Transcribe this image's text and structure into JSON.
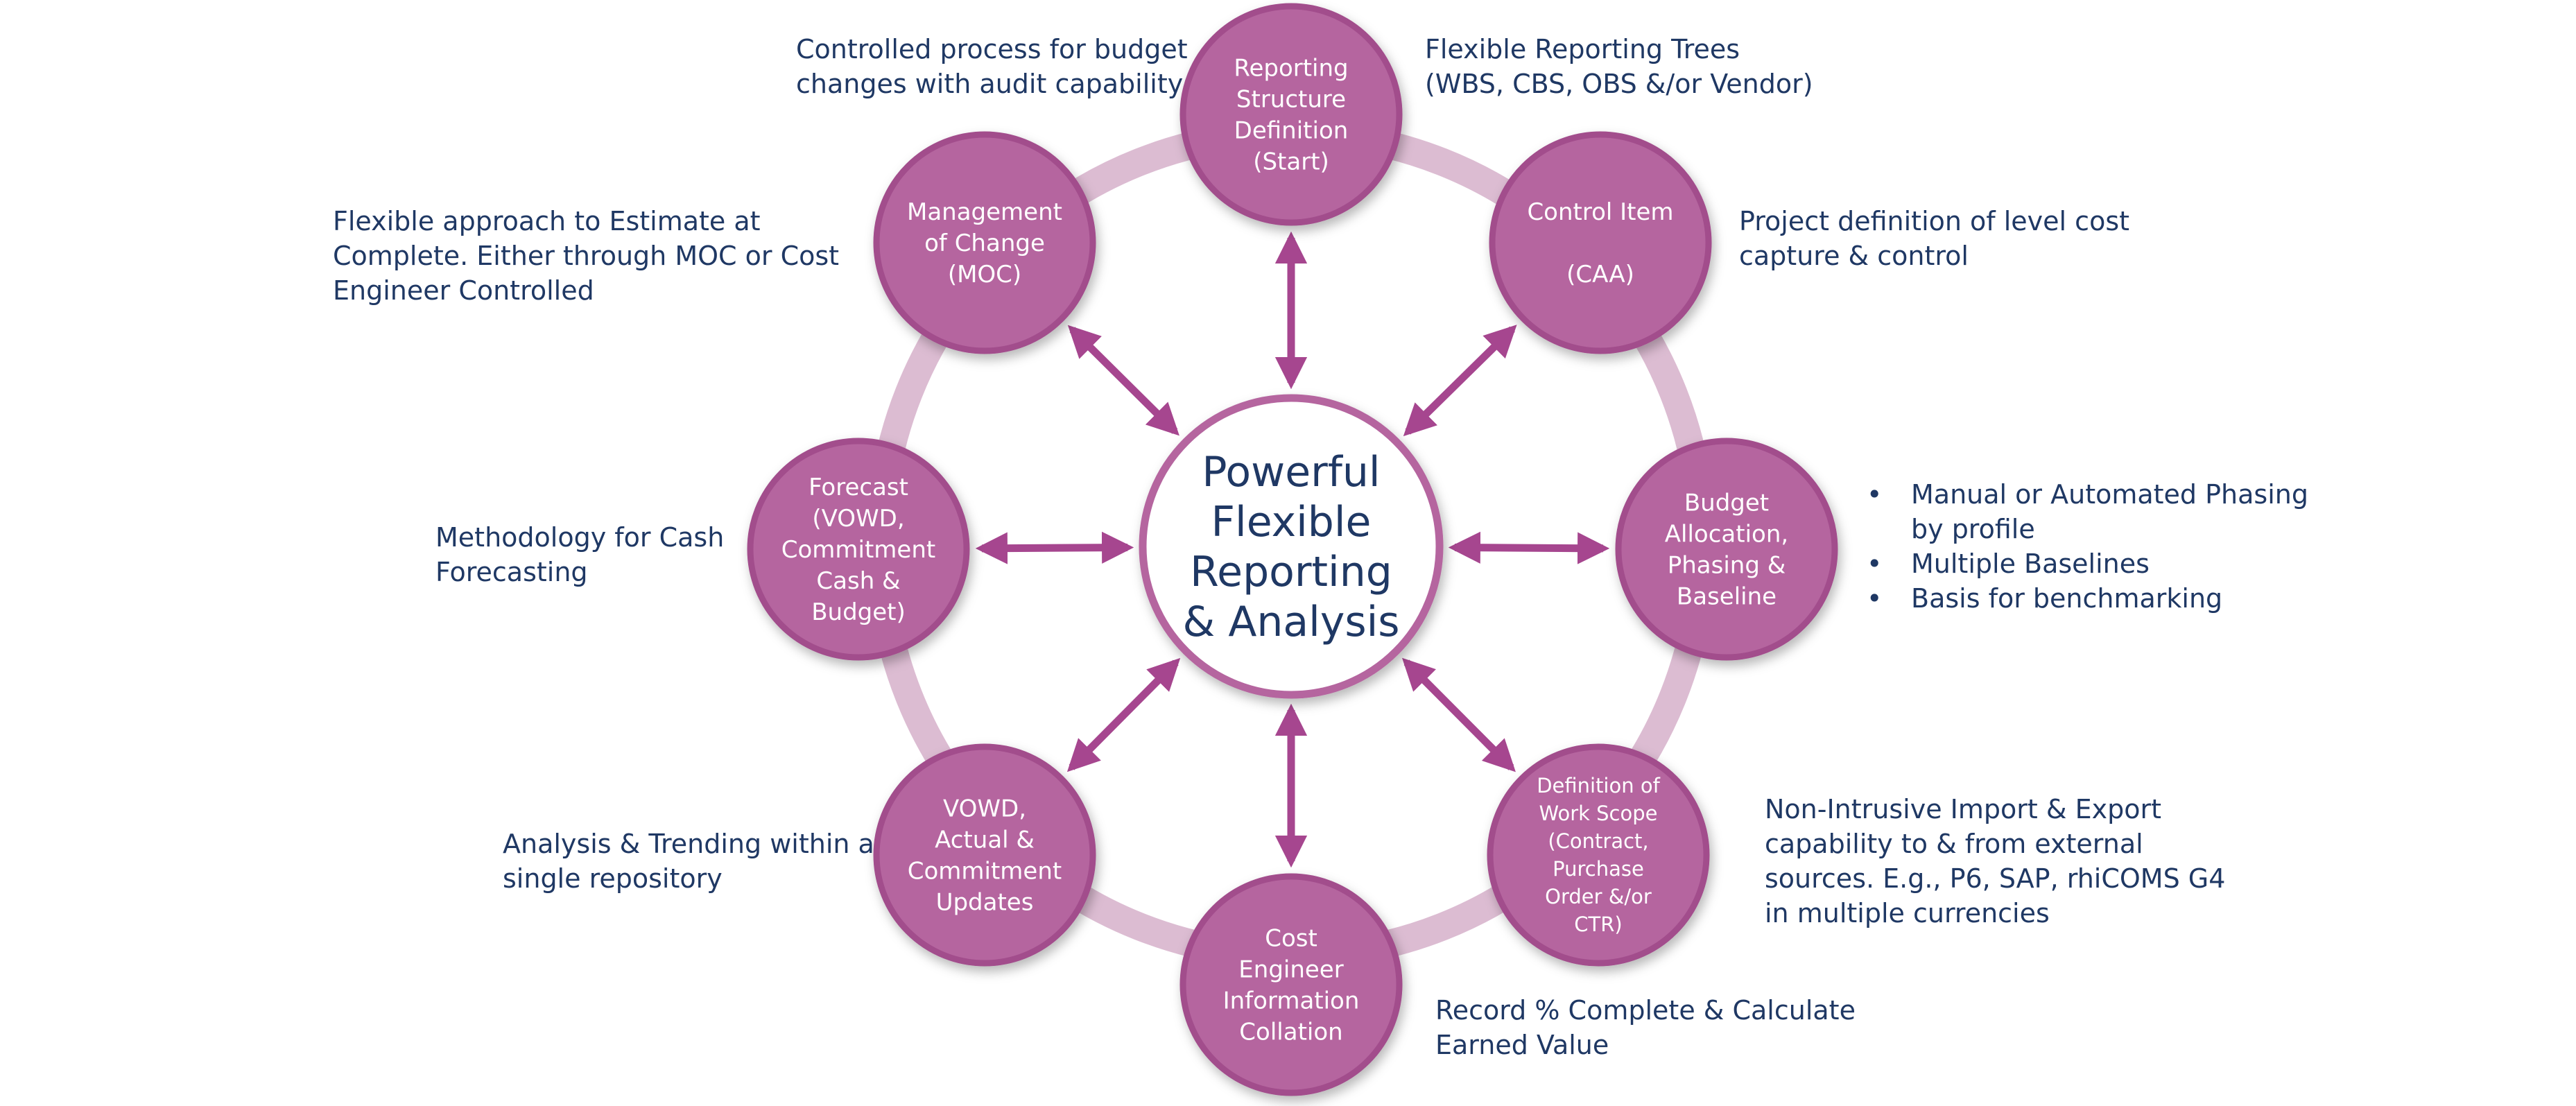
{
  "center": {
    "lines": [
      "Powerful",
      "Flexible",
      "Reporting",
      "& Analysis"
    ]
  },
  "colors": {
    "node_fill": "#b5659f",
    "node_stroke": "#a24e8c",
    "ring": "#dcbcd2",
    "arrow": "#a6468f",
    "center_stroke": "#b5659f",
    "text": "#1f3864"
  },
  "nodes": [
    {
      "id": "reporting-structure",
      "lines": [
        "Reporting",
        "Structure",
        "Definition",
        "(Start)"
      ]
    },
    {
      "id": "control-item",
      "lines": [
        "Control Item",
        "",
        "(CAA)"
      ]
    },
    {
      "id": "budget-allocation",
      "lines": [
        "Budget",
        "Allocation,",
        "Phasing &",
        "Baseline"
      ]
    },
    {
      "id": "definition-of-work-scope",
      "lines": [
        "Definition of",
        "Work Scope",
        "(Contract,",
        "Purchase",
        "Order &/or",
        "CTR)"
      ]
    },
    {
      "id": "cost-engineer",
      "lines": [
        "Cost",
        "Engineer",
        "Information",
        "Collation"
      ]
    },
    {
      "id": "vowd-actual",
      "lines": [
        "VOWD,",
        "Actual &",
        "Commitment",
        "Updates"
      ]
    },
    {
      "id": "forecast",
      "lines": [
        "Forecast",
        "(VOWD,",
        "Commitment",
        "Cash &",
        "Budget)"
      ]
    },
    {
      "id": "management-of-change",
      "lines": [
        "Management",
        "of Change",
        "(MOC)"
      ]
    }
  ],
  "descriptions": {
    "reporting_structure": [
      "Flexible Reporting Trees",
      "(WBS, CBS, OBS &/or Vendor)"
    ],
    "control_item": [
      "Project definition of level cost",
      "capture & control"
    ],
    "budget_allocation": [
      {
        "first": "Manual or Automated Phasing",
        "cont": "by profile"
      },
      {
        "first": "Multiple Baselines"
      },
      {
        "first": "Basis for benchmarking"
      }
    ],
    "work_scope": [
      "Non-Intrusive Import & Export",
      "capability to & from external",
      "sources. E.g., P6, SAP, rhiCOMS G4",
      "in multiple currencies"
    ],
    "cost_engineer": [
      "Record % Complete & Calculate",
      "Earned Value"
    ],
    "vowd_actual": [
      "Analysis & Trending within a",
      "single repository"
    ],
    "forecast": [
      "Methodology for Cash",
      "Forecasting"
    ],
    "management_of_change": [
      "Flexible approach to Estimate at",
      "Complete. Either through MOC or Cost",
      "Engineer Controlled"
    ],
    "change_control": [
      "Controlled process for budget",
      "changes with audit capability"
    ]
  }
}
